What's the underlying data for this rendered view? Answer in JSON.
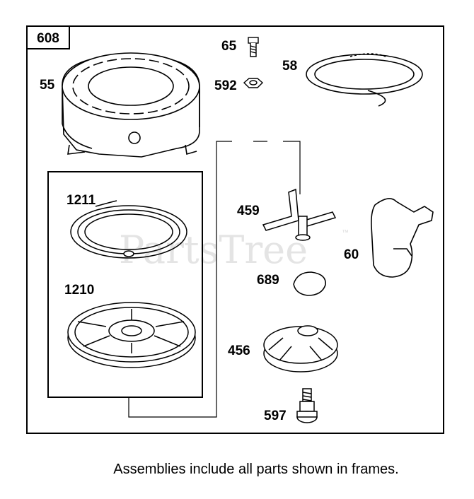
{
  "assembly_number": "608",
  "watermark": "PartsTree",
  "watermark_tm": "™",
  "caption": "Assemblies include all parts shown in frames.",
  "parts": [
    {
      "number": "55"
    },
    {
      "number": "65"
    },
    {
      "number": "592"
    },
    {
      "number": "58"
    },
    {
      "number": "1211"
    },
    {
      "number": "1210"
    },
    {
      "number": "459"
    },
    {
      "number": "60"
    },
    {
      "number": "689"
    },
    {
      "number": "456"
    },
    {
      "number": "597"
    }
  ]
}
